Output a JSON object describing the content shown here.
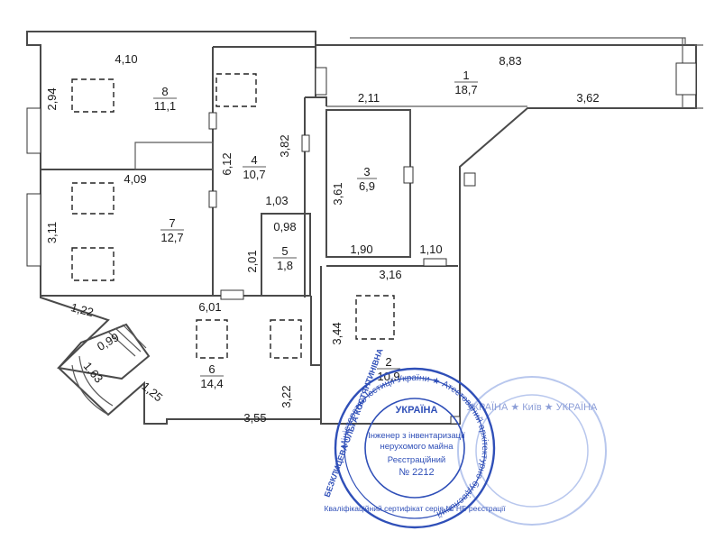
{
  "rooms": [
    {
      "number": "1",
      "area": "18,7"
    },
    {
      "number": "2",
      "area": "10,9"
    },
    {
      "number": "3",
      "area": "6,9"
    },
    {
      "number": "4",
      "area": "10,7"
    },
    {
      "number": "5",
      "area": "1,8"
    },
    {
      "number": "6",
      "area": "14,4"
    },
    {
      "number": "7",
      "area": "12,7"
    },
    {
      "number": "8",
      "area": "11,1"
    }
  ],
  "dimensions": {
    "r8_width": "4,10",
    "r8_height": "2,94",
    "r7_width": "4,09",
    "r7_height": "3,11",
    "r4_height_a": "6,12",
    "r4_height_b": "3,82",
    "r1_width": "8,83",
    "r1_inner": "2,11",
    "r1_right": "3,62",
    "r3_height": "3,61",
    "r3_width": "1,90",
    "corr_width": "1,10",
    "r5_width": "1,03",
    "r5_inner": "0,98",
    "r5_height": "2,01",
    "r2_width": "3,16",
    "r2_height": "3,44",
    "r6_width": "6,01",
    "r6_height": "3,22",
    "r6_bottom": "3,55",
    "balcony_a": "1,22",
    "balcony_b": "0,99",
    "balcony_c": "1,63",
    "balcony_d": "1,25"
  },
  "stamp_main": {
    "ring": "Міністерство юстиції України ★ Атестований архітектурно-будівельний",
    "center_line1": "УКРАЇНА",
    "center_line2": "Інженер з інвентаризації",
    "center_line3": "нерухомого майна",
    "center_line4": "Реєстраційний",
    "center_line5": "№ 2212",
    "name": "БЕЗКЛИЦЕВА ОЛЬГА КОСТЯНТИНІВНА",
    "bottom": "Кваліфікаційний сертифікат серія № НБ реєстрації"
  },
  "stamp_second": {
    "ring": "УКРАЇНА ★ Київ ★ УКРАЇНА"
  },
  "colors": {
    "wall": "#4a4a4a",
    "stamp": "#2f4fb8",
    "stamp_light": "#7f9ae0"
  }
}
